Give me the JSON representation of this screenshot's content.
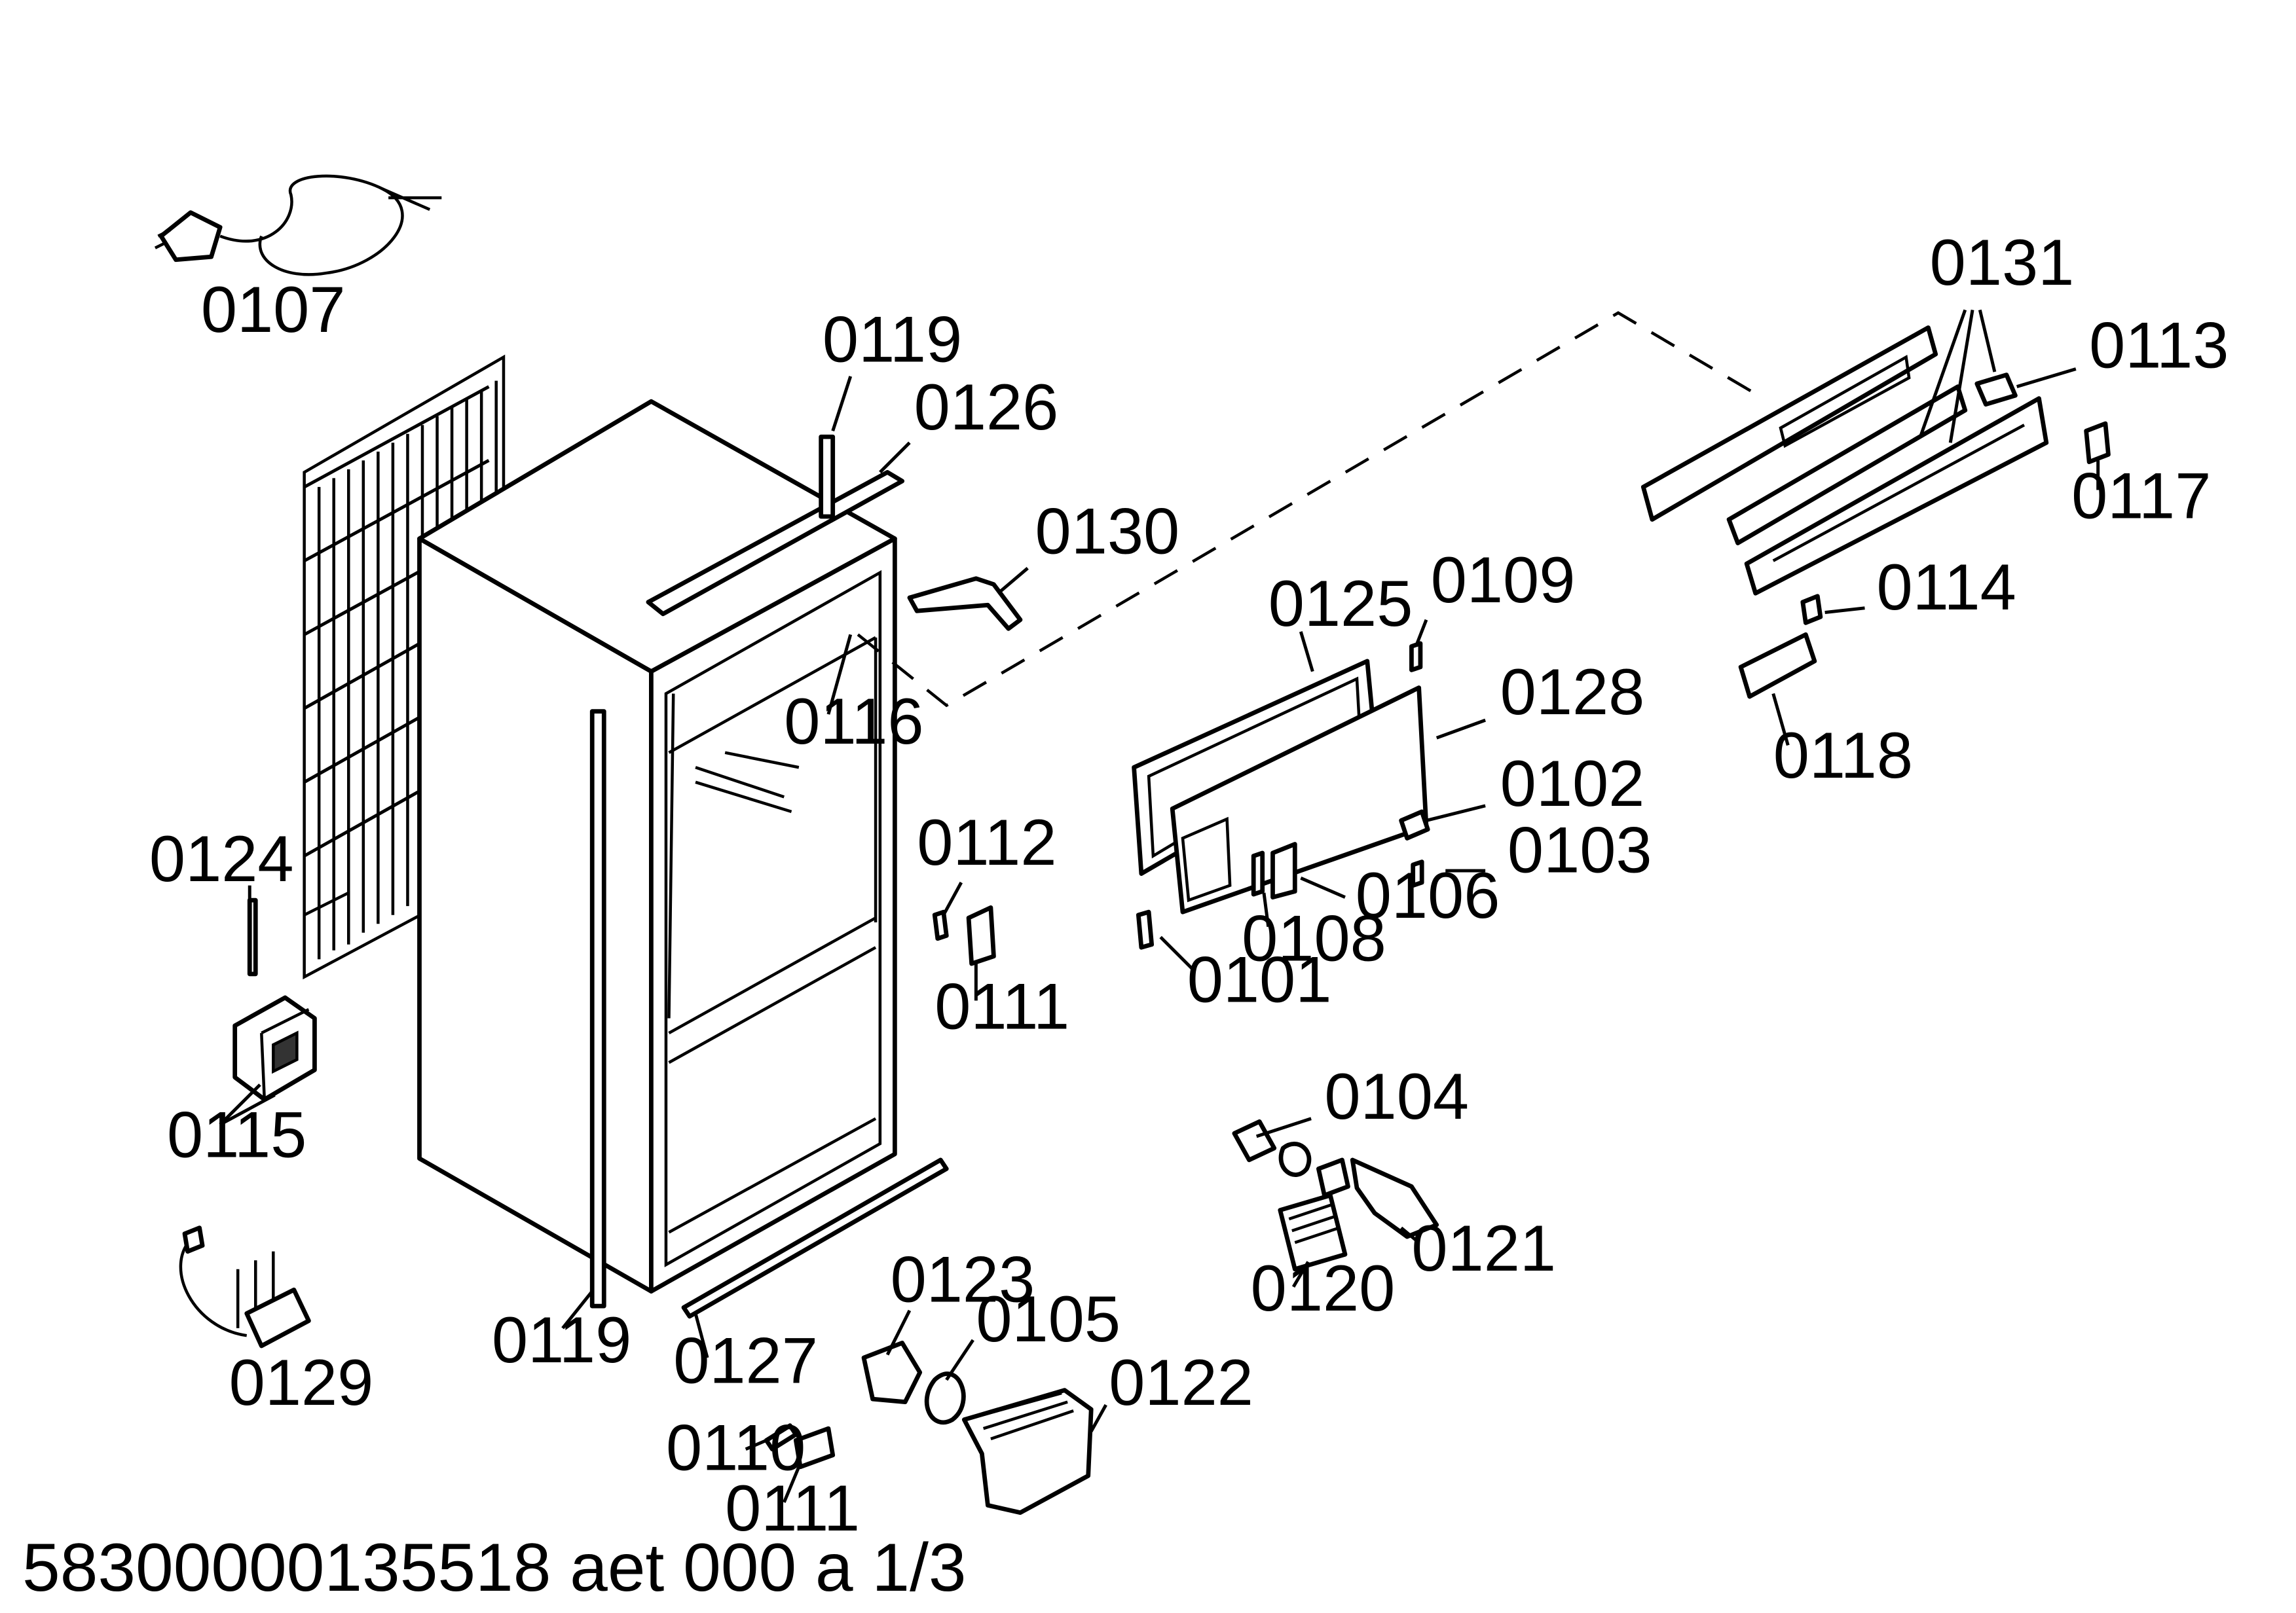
{
  "drawing": {
    "document_code": "58300000135518 aet 000 a 1/3",
    "part_numbers": {
      "p0101": "0101",
      "p0102": "0102",
      "p0103": "0103",
      "p0104": "0104",
      "p0105": "0105",
      "p0106": "0106",
      "p0107": "0107",
      "p0108": "0108",
      "p0109": "0109",
      "p0110": "0110",
      "p0111": "0111",
      "p0112": "0112",
      "p0113": "0113",
      "p0114": "0114",
      "p0115": "0115",
      "p0116": "0116",
      "p0117": "0117",
      "p0118": "0118",
      "p0119": "0119",
      "p0120": "0120",
      "p0121": "0121",
      "p0122": "0122",
      "p0123": "0123",
      "p0124": "0124",
      "p0125": "0125",
      "p0126": "0126",
      "p0127": "0127",
      "p0128": "0128",
      "p0129": "0129",
      "p0130": "0130",
      "p0131": "0131"
    }
  }
}
